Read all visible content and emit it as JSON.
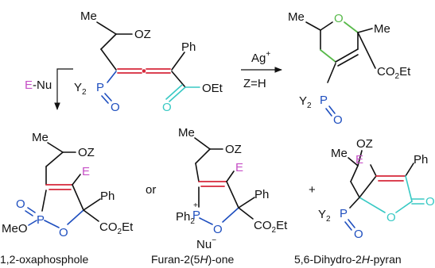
{
  "colors": {
    "bond": "#111111",
    "phosphorus_oxygen": "#1f4fbf",
    "electrophile": "#c64fc6",
    "new_bond": "#d6283a",
    "ester_carbonyl": "#38c9c4",
    "pyran_bond": "#58b94a"
  },
  "reagents": {
    "electrophile_symbol": "E",
    "nucleophile_suffix": "-Nu",
    "silver": "Ag",
    "silver_charge": "+",
    "condition": "Z=H",
    "or_text": "or",
    "plus_text": "+"
  },
  "atoms": {
    "methyl": "Me",
    "oz": "OZ",
    "phenyl": "Ph",
    "oet": "OEt",
    "y2": "Y",
    "y_subscript": "2",
    "phosphorus": "P",
    "oxygen": "O",
    "ester_main": "CO",
    "ester_sub": "2",
    "ester_tail": "Et",
    "methoxy": "MeO",
    "ph2": "Ph",
    "ph2_subscript": "2",
    "p_charge": "+",
    "nu": "Nu",
    "nu_charge": "−",
    "electrophile": "E"
  },
  "captions": {
    "oxaphosphole": "1,2-oxaphosphole",
    "furanone_a": "Furan-2(5",
    "furanone_h": "H",
    "furanone_b": ")-one",
    "pyran_a": "5,6-Dihydro-2",
    "pyran_h": "H",
    "pyran_b": "-pyran"
  }
}
